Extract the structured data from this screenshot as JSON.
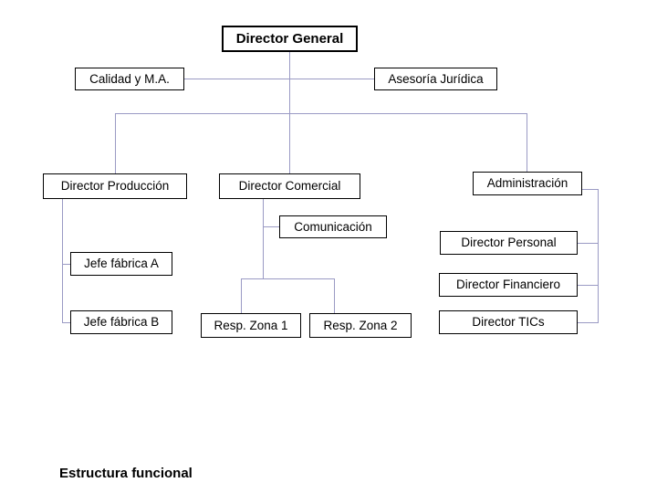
{
  "diagram": {
    "caption": "Estructura funcional",
    "line_color": "#9a9ac4",
    "border_color": "#000000",
    "background": "#ffffff",
    "nodes": {
      "director_general": "Director General",
      "calidad": "Calidad y M.A.",
      "asesoria": "Asesoría Jurídica",
      "director_produccion": "Director Producción",
      "director_comercial": "Director Comercial",
      "administracion": "Administración",
      "comunicacion": "Comunicación",
      "jefe_fabrica_a": "Jefe fábrica A",
      "jefe_fabrica_b": "Jefe fábrica B",
      "resp_zona_1": "Resp. Zona 1",
      "resp_zona_2": "Resp. Zona 2",
      "director_personal": "Director Personal",
      "director_financiero": "Director Financiero",
      "director_tics": "Director TICs"
    }
  }
}
